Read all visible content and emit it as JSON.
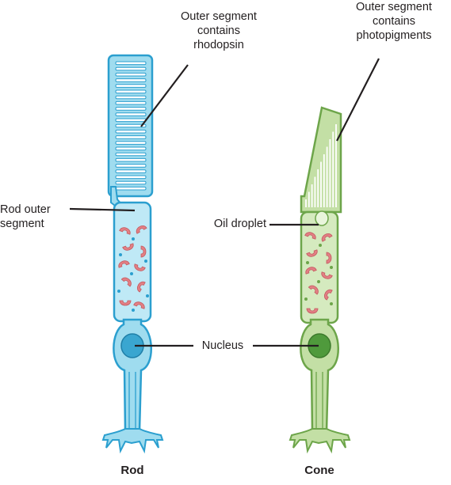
{
  "labels": {
    "rod_outer_segment_contains": "Outer segment\ncontains\nrhodopsin",
    "cone_outer_segment_contains": "Outer segment\ncontains\nphotopigments",
    "rod_outer_segment": "Rod outer\nsegment",
    "oil_droplet": "Oil droplet",
    "nucleus": "Nucleus"
  },
  "captions": {
    "rod": "Rod",
    "cone": "Cone"
  },
  "colors": {
    "rod_fill": "#9fdcef",
    "rod_stroke": "#2b9fcf",
    "rod_nucleus": "#3aa6d0",
    "cone_fill": "#c3dfa5",
    "cone_stroke": "#6da54a",
    "cone_nucleus": "#4f9a3c",
    "mitochondria": "#e27f84",
    "leader_line": "#231f20"
  }
}
